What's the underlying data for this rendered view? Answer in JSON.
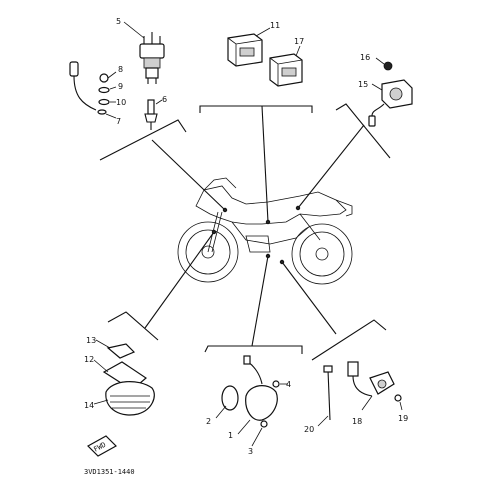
{
  "diagram": {
    "drawing_code": "3VD1351-1440",
    "fwd_mark": "FWD",
    "callouts": [
      "1",
      "2",
      "3",
      "4",
      "5",
      "6",
      "7",
      "8",
      "9",
      "10",
      "11",
      "12",
      "13",
      "14",
      "15",
      "16",
      "17",
      "18",
      "19",
      "20"
    ]
  }
}
